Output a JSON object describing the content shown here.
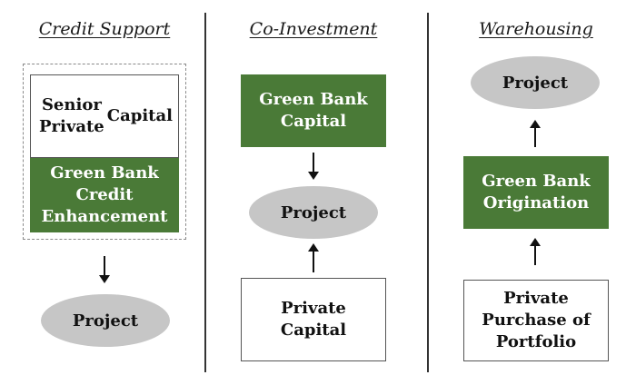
{
  "headings": {
    "credit_support": "Credit Support",
    "co_investment": "Co-Investment",
    "warehousing": "Warehousing"
  },
  "credit_support": {
    "senior_private_capital": [
      "Senior Private",
      "Capital"
    ],
    "green_bank_credit_enhancement": [
      "Green Bank",
      "Credit",
      "Enhancement"
    ],
    "project": "Project"
  },
  "co_investment": {
    "green_bank_capital": [
      "Green Bank",
      "Capital"
    ],
    "project": "Project",
    "private_capital": "Private Capital"
  },
  "warehousing": {
    "project": "Project",
    "green_bank_origination": [
      "Green Bank",
      "Origination"
    ],
    "private_purchase_of_portfolio": [
      "Private",
      "Purchase of",
      "Portfolio"
    ]
  },
  "colors": {
    "green_fill": "#4a7a37",
    "oval_fill": "#c6c6c6",
    "divider": "#333333"
  }
}
